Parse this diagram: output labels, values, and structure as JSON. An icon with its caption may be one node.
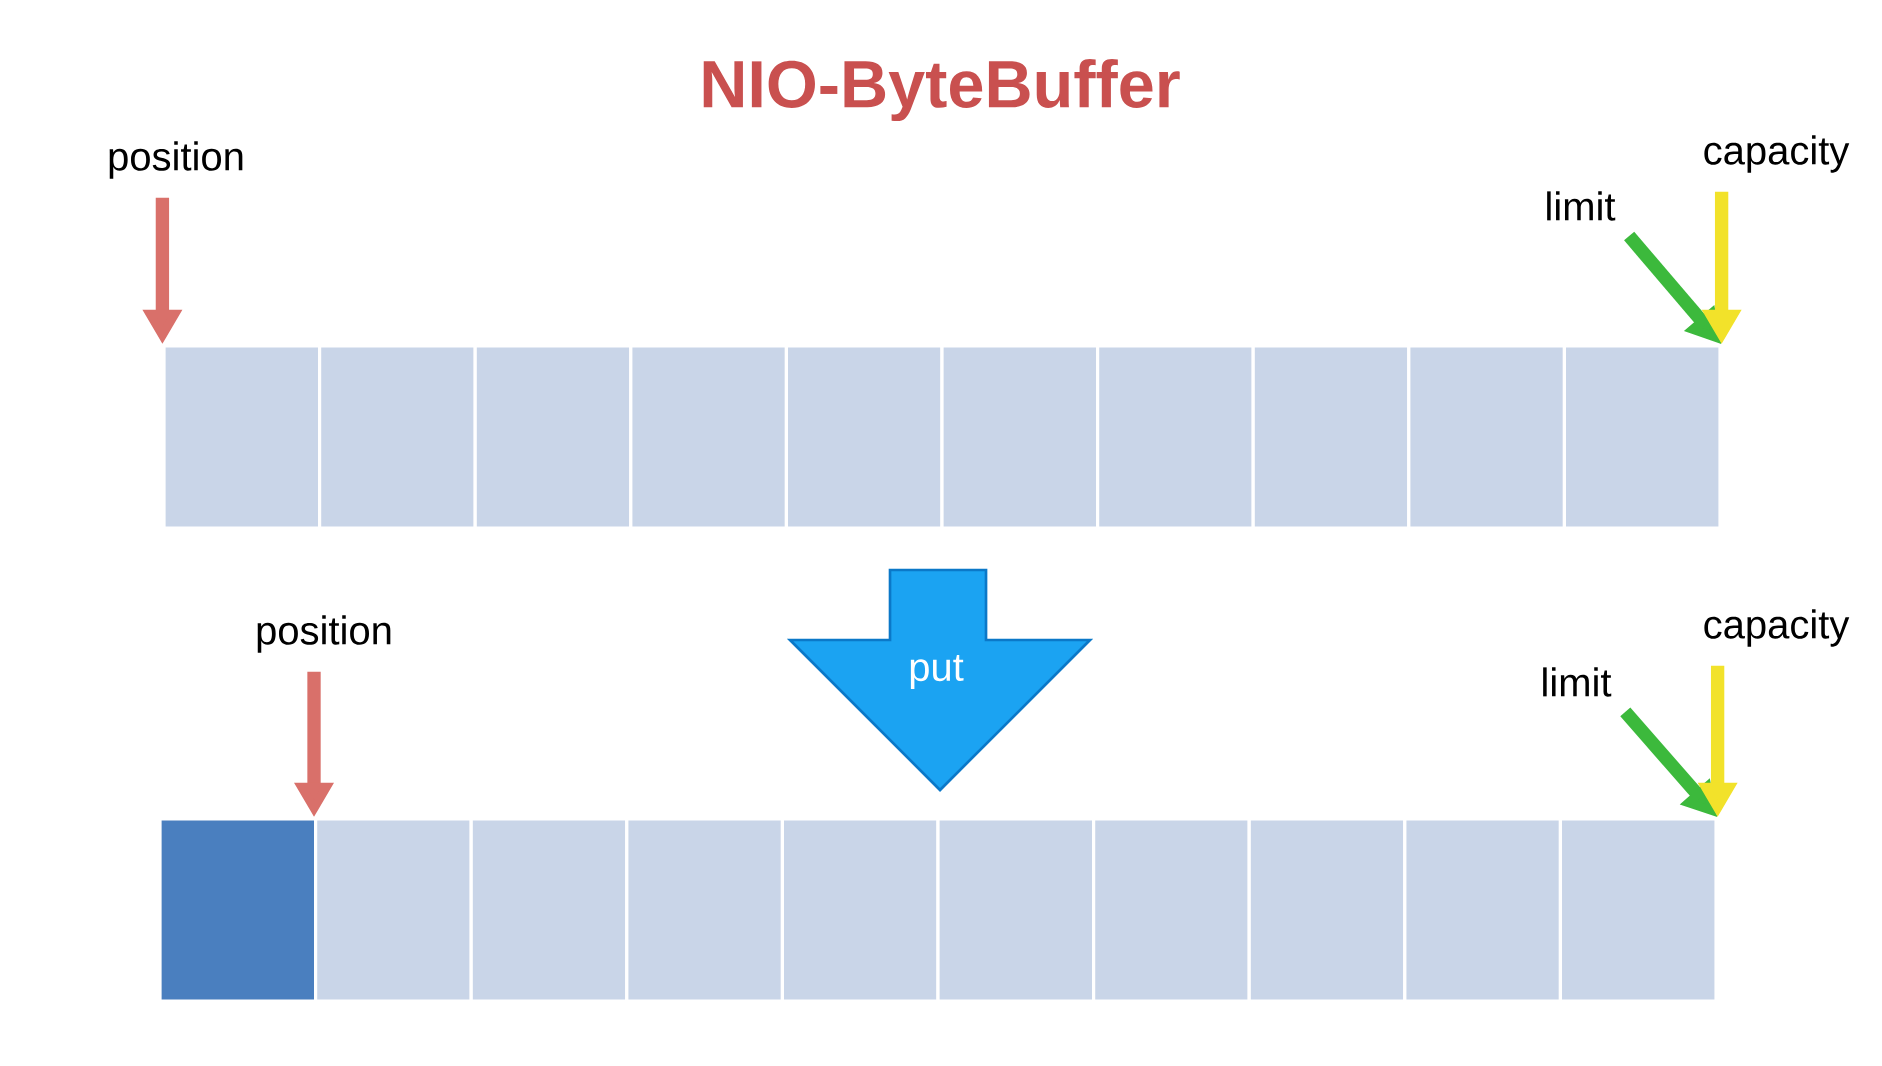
{
  "diagram": {
    "title": "NIO-ByteBuffer",
    "nodes": [
      {
        "text": [
          "position"
        ]
      },
      {
        "text": [
          "limit"
        ]
      },
      {
        "text": [
          "capacity"
        ]
      },
      {
        "text": [],
        "shape": "box"
      },
      {
        "text": [],
        "shape": "box"
      },
      {
        "text": [],
        "shape": "box"
      },
      {
        "text": [],
        "shape": "box"
      },
      {
        "text": [],
        "shape": "box"
      },
      {
        "text": [],
        "shape": "box"
      },
      {
        "text": [],
        "shape": "box"
      },
      {
        "text": [],
        "shape": "box"
      },
      {
        "text": [],
        "shape": "box"
      },
      {
        "text": [],
        "shape": "box"
      },
      {
        "text": [
          "put"
        ]
      },
      {
        "text": [
          "position"
        ]
      },
      {
        "text": [
          "limit"
        ]
      },
      {
        "text": [
          "capacity"
        ]
      },
      {
        "text": [],
        "shape": "box"
      },
      {
        "text": [],
        "shape": "box"
      },
      {
        "text": [],
        "shape": "box"
      },
      {
        "text": [],
        "shape": "box"
      },
      {
        "text": [],
        "shape": "box"
      },
      {
        "text": [],
        "shape": "box"
      },
      {
        "text": [],
        "shape": "box"
      },
      {
        "text": [],
        "shape": "box"
      },
      {
        "text": [],
        "shape": "box"
      },
      {
        "text": [],
        "shape": "box"
      }
    ],
    "edges": [
      {
        "from": 0,
        "to": 3,
        "arrow": "to",
        "color": "#d9706a"
      },
      {
        "from": 1,
        "to": 12,
        "arrow": "to",
        "color": "#3cb93c"
      },
      {
        "from": 2,
        "to": 12,
        "arrow": "to",
        "color": "#f2e22a"
      },
      {
        "from": 14,
        "to": 18,
        "arrow": "to",
        "color": "#d9706a"
      },
      {
        "from": 15,
        "to": 26,
        "arrow": "to",
        "color": "#3cb93c"
      },
      {
        "from": 16,
        "to": 26,
        "arrow": "to",
        "color": "#f2e22a"
      }
    ]
  }
}
